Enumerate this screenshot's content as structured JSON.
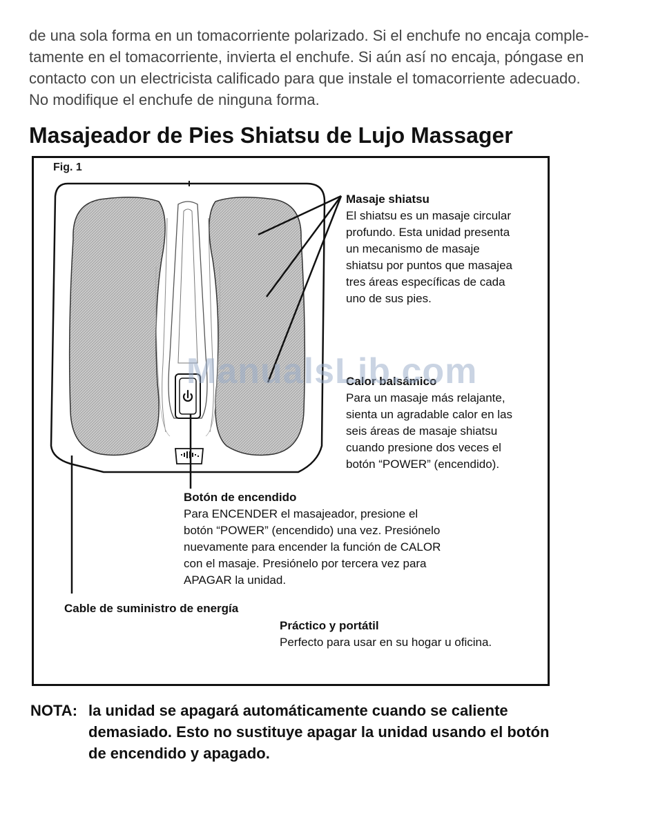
{
  "intro": {
    "lines": [
      "de una sola forma en un tomacorriente polarizado. Si el enchufe no encaja comple-",
      "tamente en el tomacorriente, invierta el enchufe. Si aún así no encaja, póngase en",
      "contacto con un electricista calificado para que instale el tomacorriente adecuado.",
      "No modifique el enchufe de ninguna forma."
    ]
  },
  "section_title": "Masajeador de Pies Shiatsu de Lujo Massager",
  "figure": {
    "label": "Fig. 1",
    "callouts": {
      "shiatsu": {
        "title": "Masaje shiatsu",
        "lines": [
          "El shiatsu es un masaje circular",
          "profundo. Esta unidad presenta",
          "un mecanismo de masaje",
          "shiatsu por puntos que masajea",
          "tres áreas específicas de cada",
          "uno de sus pies."
        ]
      },
      "heat": {
        "title": "Calor balsámico",
        "lines": [
          "Para un masaje más relajante,",
          "sienta un agradable calor en las",
          "seis áreas de masaje shiatsu",
          "cuando presione dos veces el",
          "botón “POWER” (encendido)."
        ]
      },
      "power": {
        "title": "Botón de encendido",
        "lines": [
          "Para ENCENDER el masajeador, presione el",
          "botón “POWER” (encendido) una vez. Presiónelo",
          "nuevamente para encender la función de CALOR",
          "con el masaje. Presiónelo por tercera vez para",
          "APAGAR la unidad."
        ]
      },
      "cable": {
        "title": "Cable de suministro de energía"
      },
      "portable": {
        "title": "Práctico y portátil",
        "lines": [
          "Perfecto para usar en su hogar u oficina."
        ]
      }
    }
  },
  "watermark": "ManualsLib.com",
  "note": {
    "label": "NOTA:",
    "lines": [
      "la unidad se apagará automáticamente cuando se caliente",
      "demasiado. Esto no sustituye apagar la unidad usando el botón",
      "de encendido y apagado."
    ]
  },
  "icons": {
    "power": "power-icon"
  }
}
